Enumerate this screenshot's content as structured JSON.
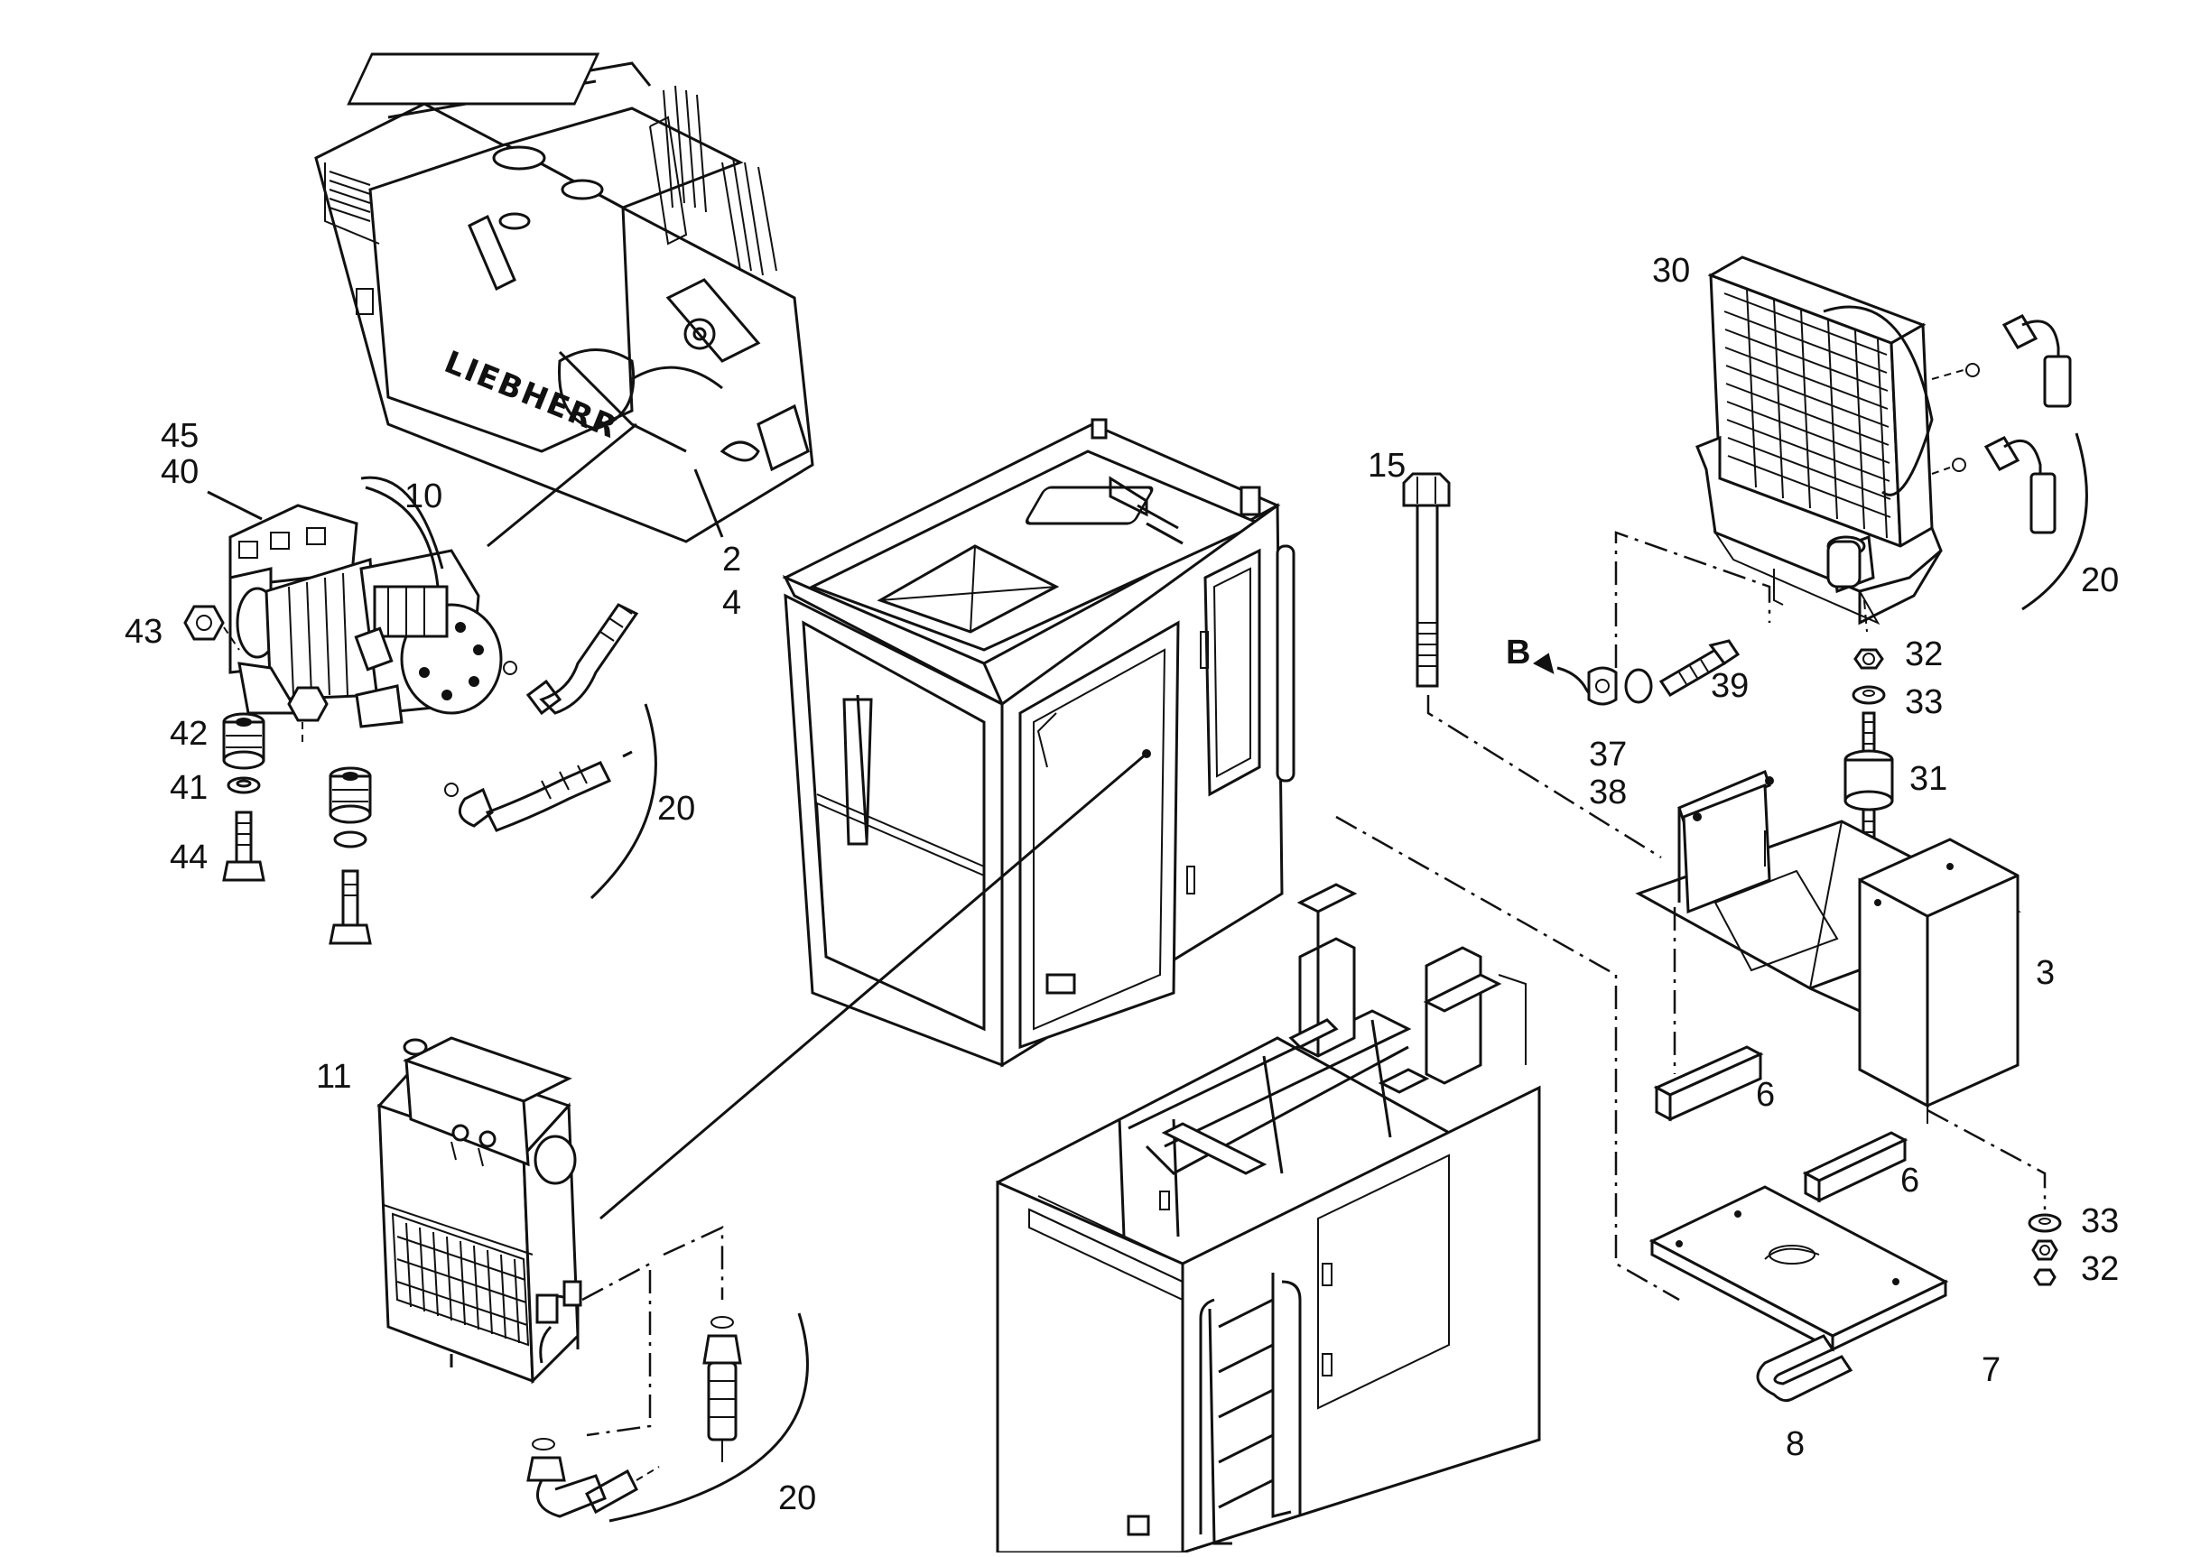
{
  "brand": "LIEBHERR",
  "view_marker": "B",
  "callouts": {
    "c45": "45",
    "c40": "40",
    "c10": "10",
    "c43": "43",
    "c42": "42",
    "c41": "41",
    "c44": "44",
    "c20a": "20",
    "c2": "2",
    "c4": "4",
    "c11": "11",
    "c20b": "20",
    "c15": "15",
    "c37": "37",
    "c38": "38",
    "c39": "39",
    "c30": "30",
    "c20c": "20",
    "c32a": "32",
    "c33a": "33",
    "c31": "31",
    "c3": "3",
    "c6a": "6",
    "c6b": "6",
    "c33b": "33",
    "c32b": "32",
    "c7": "7",
    "c8": "8"
  }
}
